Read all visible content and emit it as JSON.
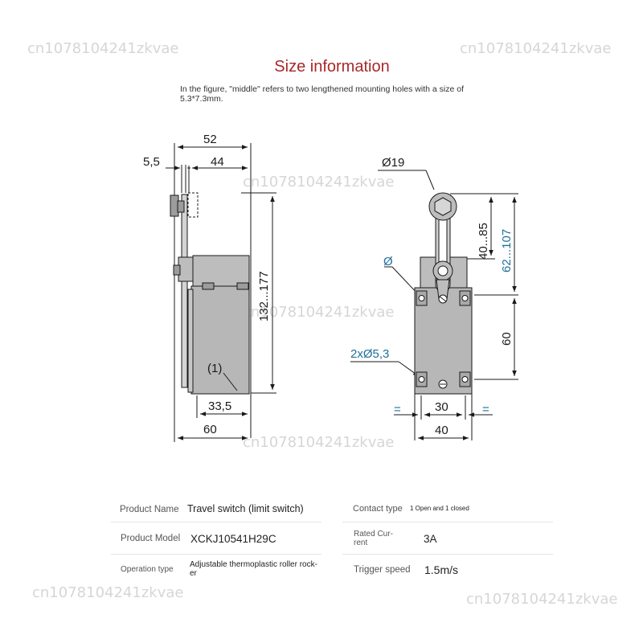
{
  "watermarks": [
    "cn1078104241zkvae",
    "cn1078104241zkvae",
    "cn1078104241zkvae",
    "cn1078104241zkvae",
    "cn1078104241zkvae",
    "cn1078104241zkvae",
    "cn1078104241zkvae"
  ],
  "header": {
    "title": "Size information",
    "note": "In the figure, \"middle\" refers to two lengthened mounting holes with a size of 5.3*7.3mm."
  },
  "side_view": {
    "dim_52": "52",
    "dim_44": "44",
    "dim_5_5": "5,5",
    "dim_132_177": "132...177",
    "dim_1": "(1)",
    "dim_33_5": "33,5",
    "dim_60": "60"
  },
  "front_view": {
    "dim_d19": "Ø19",
    "dim_40_85": "40...85",
    "dim_62_107": "62...107",
    "dim_phi": "Ø",
    "dim_60": "60",
    "dim_holes": "2xØ5,3",
    "dim_eq": "=",
    "dim_30": "30",
    "dim_40": "40"
  },
  "specs": {
    "product_name_label": "Product Name",
    "product_name_value": "Travel switch (limit switch)",
    "contact_type_label": "Contact type",
    "contact_type_value": "1 Open and 1 closed",
    "product_model_label": "Product Model",
    "product_model_value": "XCKJ10541H29C",
    "rated_current_label_1": "Rated Cur-",
    "rated_current_label_2": "rent",
    "rated_current_value": "3A",
    "operation_type_label": "Operation type",
    "operation_type_value_1": "Adjustable thermoplastic roller rock-",
    "operation_type_value_2": "er",
    "trigger_speed_label": "Trigger speed",
    "trigger_speed_value": "1.5m/s"
  },
  "colors": {
    "title": "#a8282b",
    "body_gray": "#b7b7b7",
    "dim_blue": "#1f6f9a",
    "watermark": "#d6d6d6"
  }
}
